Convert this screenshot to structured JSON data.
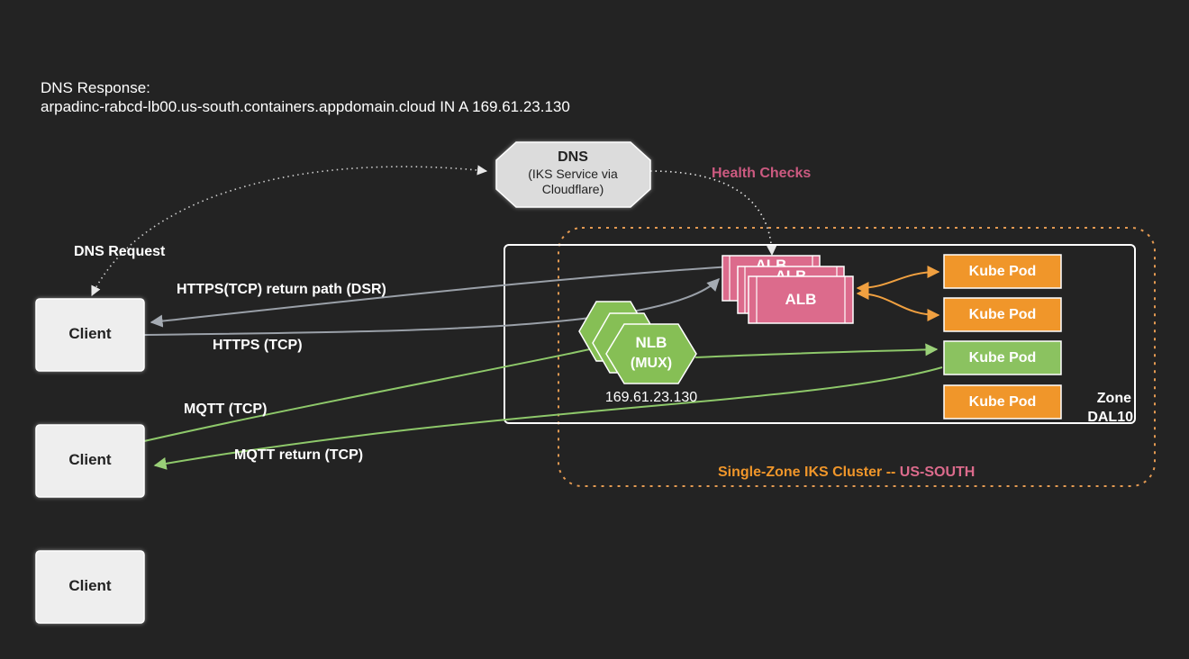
{
  "header": {
    "line1": "DNS Response:",
    "line2": "arpadinc-rabcd-lb00.us-south.containers.appdomain.cloud  IN A 169.61.23.130"
  },
  "dns": {
    "title": "DNS",
    "line1": "(IKS Service via",
    "line2": "Cloudflare)"
  },
  "labels": {
    "health_checks": "Health Checks",
    "dns_request": "DNS Request",
    "https_return": "HTTPS(TCP) return path (DSR)",
    "https": "HTTPS (TCP)",
    "mqtt": "MQTT (TCP)",
    "mqtt_return": "MQTT return (TCP)"
  },
  "clients": [
    {
      "label": "Client"
    },
    {
      "label": "Client"
    },
    {
      "label": "Client"
    }
  ],
  "alb": {
    "back1": "ALB",
    "back2": "ALB",
    "front": "ALB"
  },
  "nlb": {
    "line1": "NLB",
    "line2": "(MUX)",
    "ip": "169.61.23.130"
  },
  "pods": [
    {
      "label": "Kube Pod"
    },
    {
      "label": "Kube Pod"
    },
    {
      "label": "Kube Pod"
    },
    {
      "label": "Kube Pod"
    }
  ],
  "zone": {
    "line1": "Zone",
    "line2": "DAL10"
  },
  "cluster": {
    "part1": "Single-Zone IKS Cluster -- ",
    "part2": "US-SOUTH"
  },
  "colors": {
    "background": "#232323",
    "client_fill": "#eeeeee",
    "dns_fill": "#dcdcdc",
    "alb_fill": "#dc6b8c",
    "pod_fill": "#f0962a",
    "pod_active_fill": "#8bc260",
    "nlb_fill": "#86bf55",
    "cluster_border": "#e49a52",
    "health_checks": "#cc5a80",
    "green_line": "#8ec86a",
    "gray_line": "#9aa0a8"
  }
}
